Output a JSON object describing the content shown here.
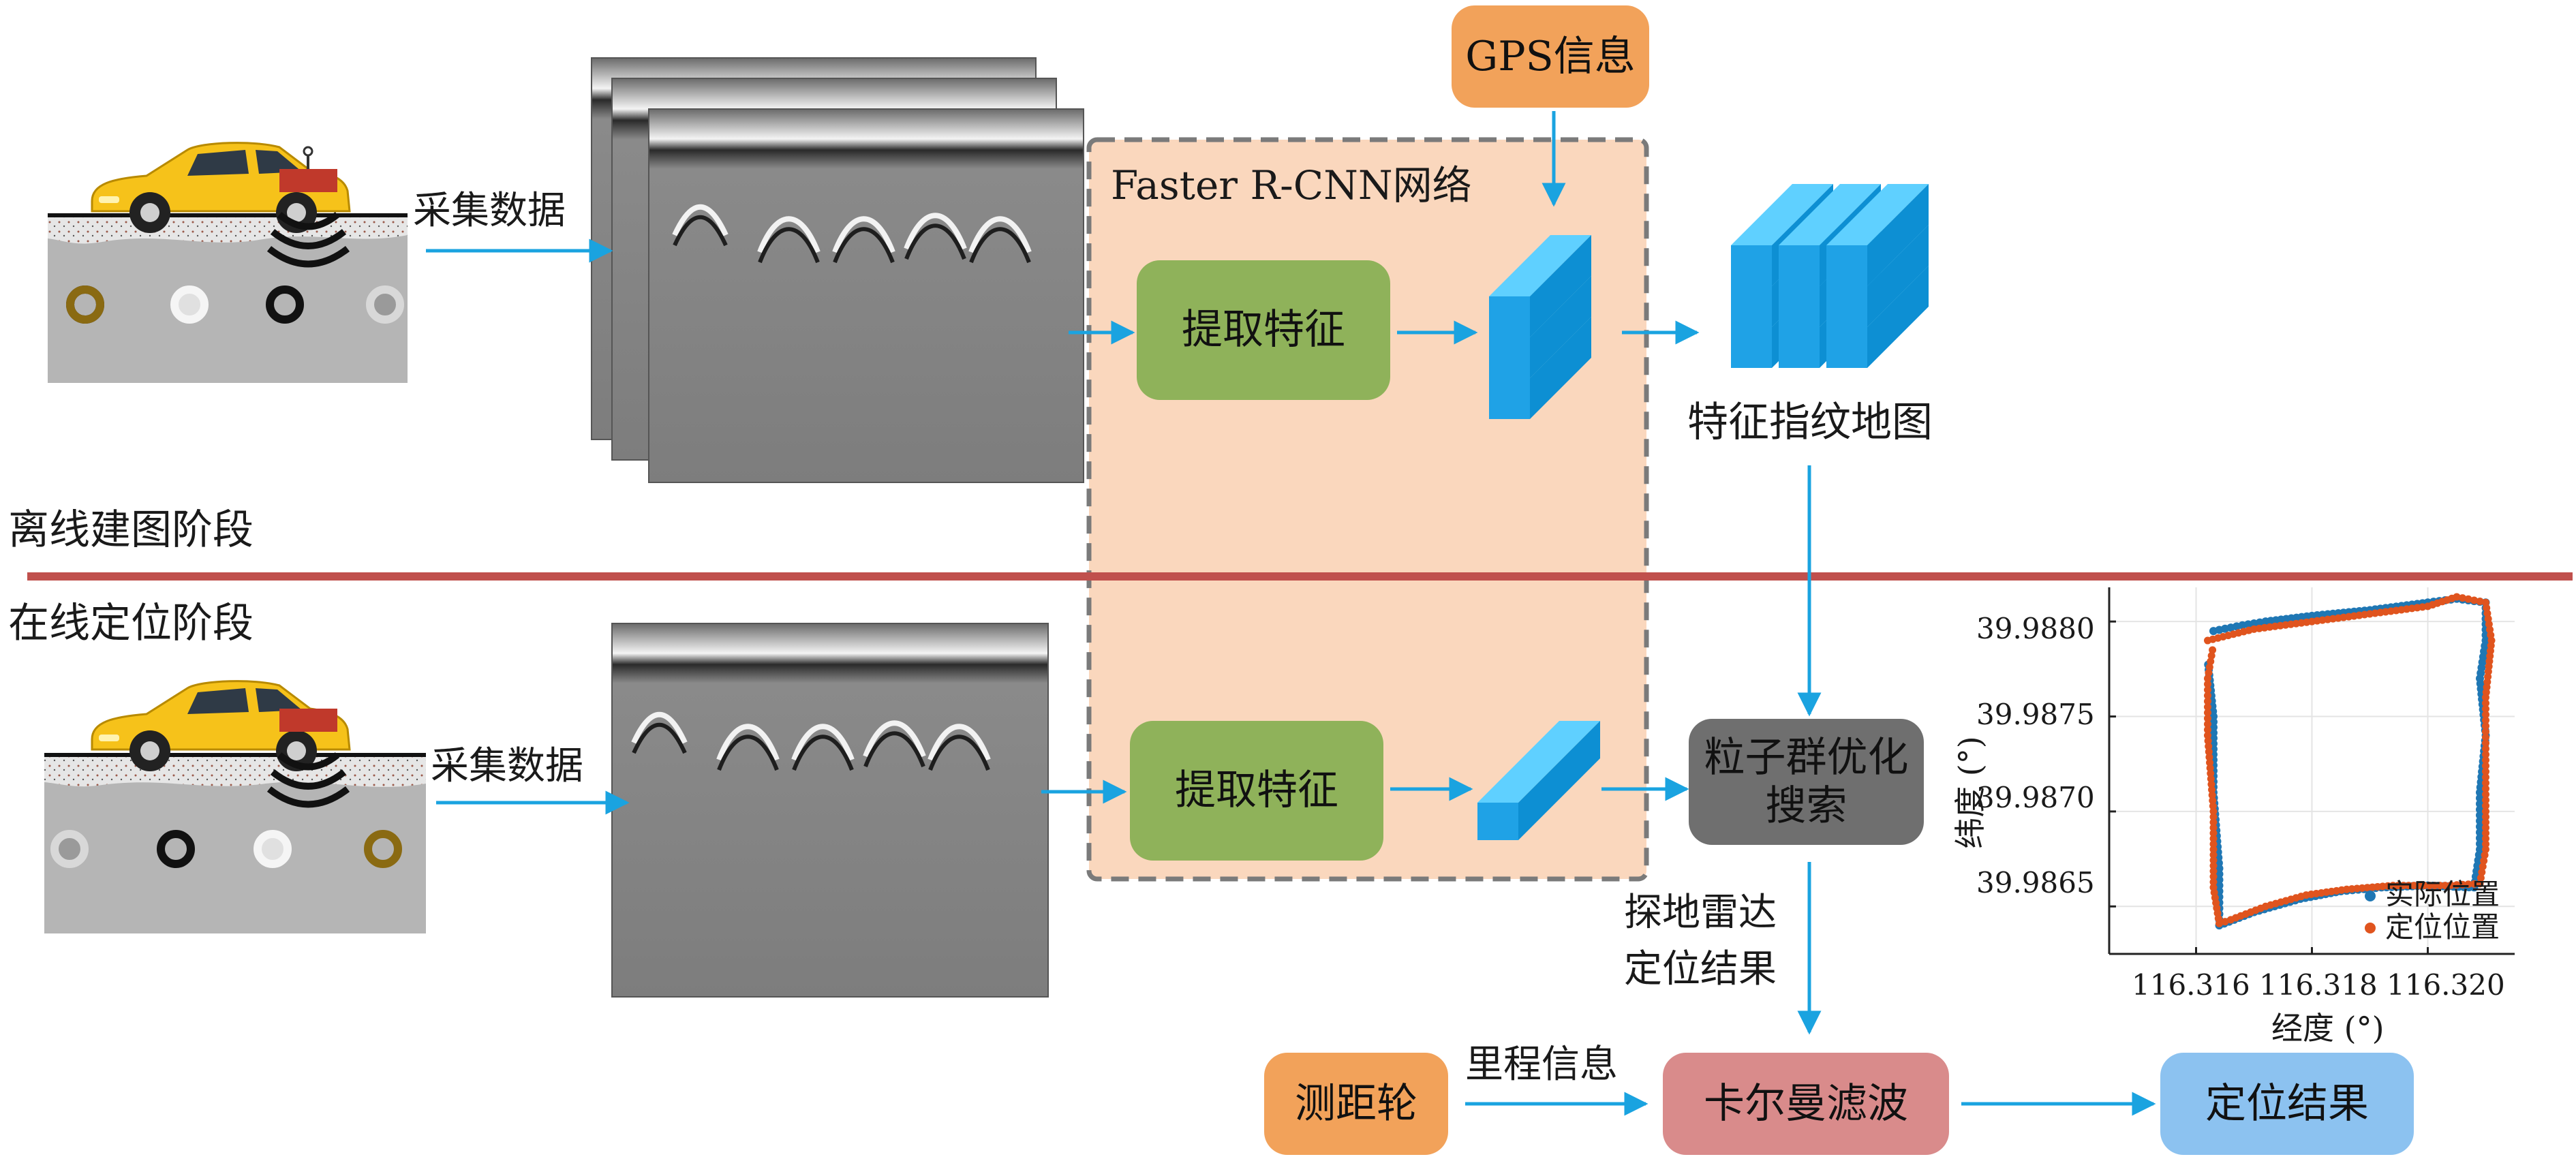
{
  "stages": {
    "offline": "离线建图阶段",
    "online": "在线定位阶段"
  },
  "labels": {
    "collect_top": "采集数据",
    "collect_bottom": "采集数据",
    "network": "Faster R-CNN网络",
    "feature_map": "特征指纹地图",
    "gpr_result_line1": "探地雷达",
    "gpr_result_line2": "定位结果",
    "mileage": "里程信息"
  },
  "boxes": {
    "gps": "GPS信息",
    "extract_top": "提取特征",
    "extract_bottom": "提取特征",
    "pso_line1": "粒子群优化",
    "pso_line2": "搜索",
    "odometer": "测距轮",
    "kalman": "卡尔曼滤波",
    "result": "定位结果"
  },
  "colors": {
    "network_fill": "#fad7bd",
    "divider": "#c0504d",
    "arrow": "#1aa3e0",
    "feature_block": "#29b6f6",
    "actual_series": "#1f77b4",
    "estimated_series": "#e0541e"
  },
  "chart_data": {
    "type": "scatter",
    "xlabel": "经度 (°)",
    "ylabel": "纬度 (°)",
    "xlim": [
      116.3145,
      116.3215
    ],
    "ylim": [
      39.98625,
      39.98818
    ],
    "x_ticks": [
      "116.316",
      "116.318",
      "116.320"
    ],
    "y_ticks": [
      "39.9880",
      "39.9875",
      "39.9870",
      "39.9865"
    ],
    "grid": true,
    "legend_position": "bottom-right",
    "series": [
      {
        "name": "实际位置",
        "points": [
          [
            116.3163,
            39.98795
          ],
          [
            116.3168,
            39.98798
          ],
          [
            116.3172,
            39.988
          ],
          [
            116.318,
            39.98803
          ],
          [
            116.319,
            39.98806
          ],
          [
            116.32,
            39.9881
          ],
          [
            116.3205,
            39.98812
          ],
          [
            116.321,
            39.9881
          ],
          [
            116.321,
            39.9879
          ],
          [
            116.3209,
            39.9877
          ],
          [
            116.321,
            39.9874
          ],
          [
            116.3209,
            39.9871
          ],
          [
            116.3209,
            39.9868
          ],
          [
            116.3208,
            39.9866
          ],
          [
            116.32,
            39.98661
          ],
          [
            116.3192,
            39.9866
          ],
          [
            116.3185,
            39.98658
          ],
          [
            116.3178,
            39.98654
          ],
          [
            116.317,
            39.98647
          ],
          [
            116.3164,
            39.9864
          ],
          [
            116.3164,
            39.9867
          ],
          [
            116.3163,
            39.9871
          ],
          [
            116.3163,
            39.9875
          ],
          [
            116.3162,
            39.9878
          ]
        ]
      },
      {
        "name": "定位位置",
        "points": [
          [
            116.3162,
            39.9879
          ],
          [
            116.317,
            39.98796
          ],
          [
            116.318,
            39.988
          ],
          [
            116.319,
            39.98804
          ],
          [
            116.32,
            39.98808
          ],
          [
            116.3205,
            39.98813
          ],
          [
            116.321,
            39.9881
          ],
          [
            116.3211,
            39.9879
          ],
          [
            116.321,
            39.9876
          ],
          [
            116.321,
            39.9873
          ],
          [
            116.321,
            39.987
          ],
          [
            116.321,
            39.9868
          ],
          [
            116.3209,
            39.98662
          ],
          [
            116.3203,
            39.98661
          ],
          [
            116.3194,
            39.98661
          ],
          [
            116.3186,
            39.98659
          ],
          [
            116.3179,
            39.98656
          ],
          [
            116.3172,
            39.9865
          ],
          [
            116.3166,
            39.98643
          ],
          [
            116.3164,
            39.98641
          ],
          [
            116.3163,
            39.9866
          ],
          [
            116.3163,
            39.987
          ],
          [
            116.3162,
            39.9874
          ],
          [
            116.3162,
            39.9877
          ],
          [
            116.3163,
            39.98788
          ]
        ]
      }
    ]
  }
}
